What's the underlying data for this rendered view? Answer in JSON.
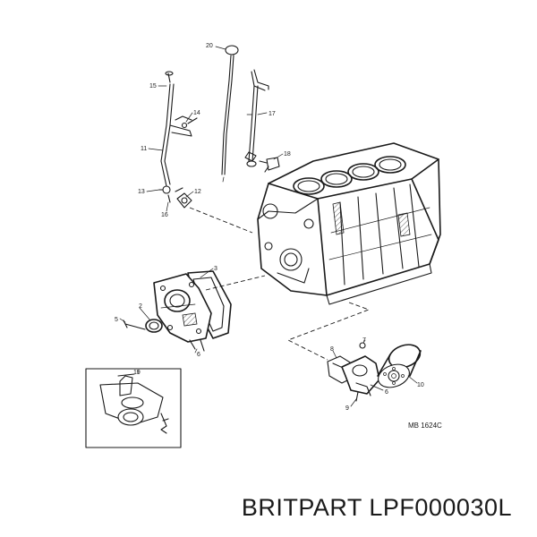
{
  "labels": {
    "l2": "2",
    "l3": "3",
    "l5": "5",
    "l6": "6",
    "l7": "7",
    "l8": "8",
    "l9": "9",
    "l10": "10",
    "l11": "11",
    "l12": "12",
    "l13": "13",
    "l14": "14",
    "l15": "15",
    "l16": "16",
    "l17": "17",
    "l18": "18",
    "l19": "19",
    "l20": "20"
  },
  "ref_code": "MB 1624C",
  "footer": "BRITPART LPF000030L"
}
